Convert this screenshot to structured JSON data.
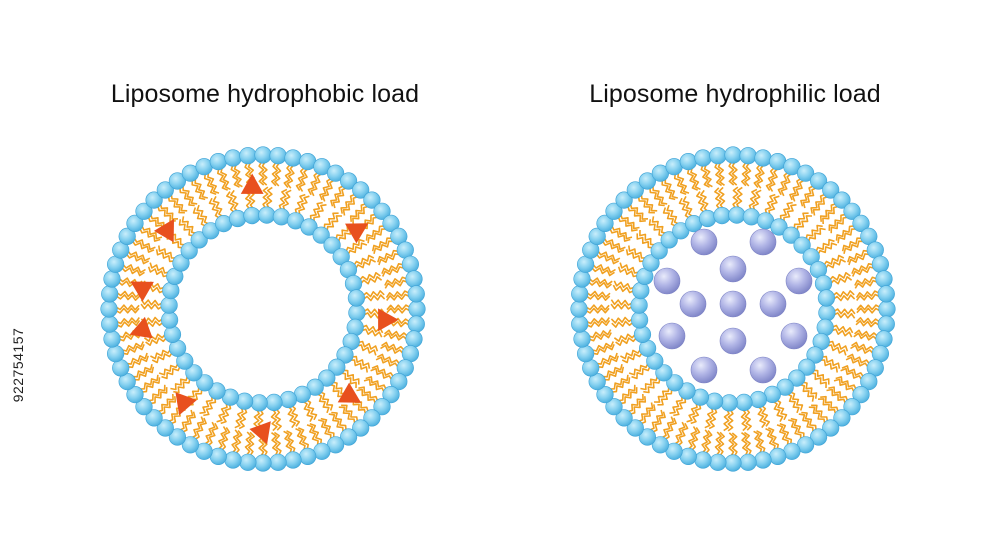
{
  "diagrams": [
    {
      "title": "Liposome hydrophobic load",
      "cargo": "hydrophobic-triangles"
    },
    {
      "title": "Liposome hydrophilic load",
      "cargo": "hydrophilic-spheres"
    }
  ],
  "stock_id": "922754157",
  "colors": {
    "head": "#7fcdee",
    "head_stroke": "#3fa3d6",
    "tail": "#f0a020",
    "triangle": "#e8501e",
    "sphere": "#a9aee0",
    "sphere_stroke": "#7c82c4"
  }
}
